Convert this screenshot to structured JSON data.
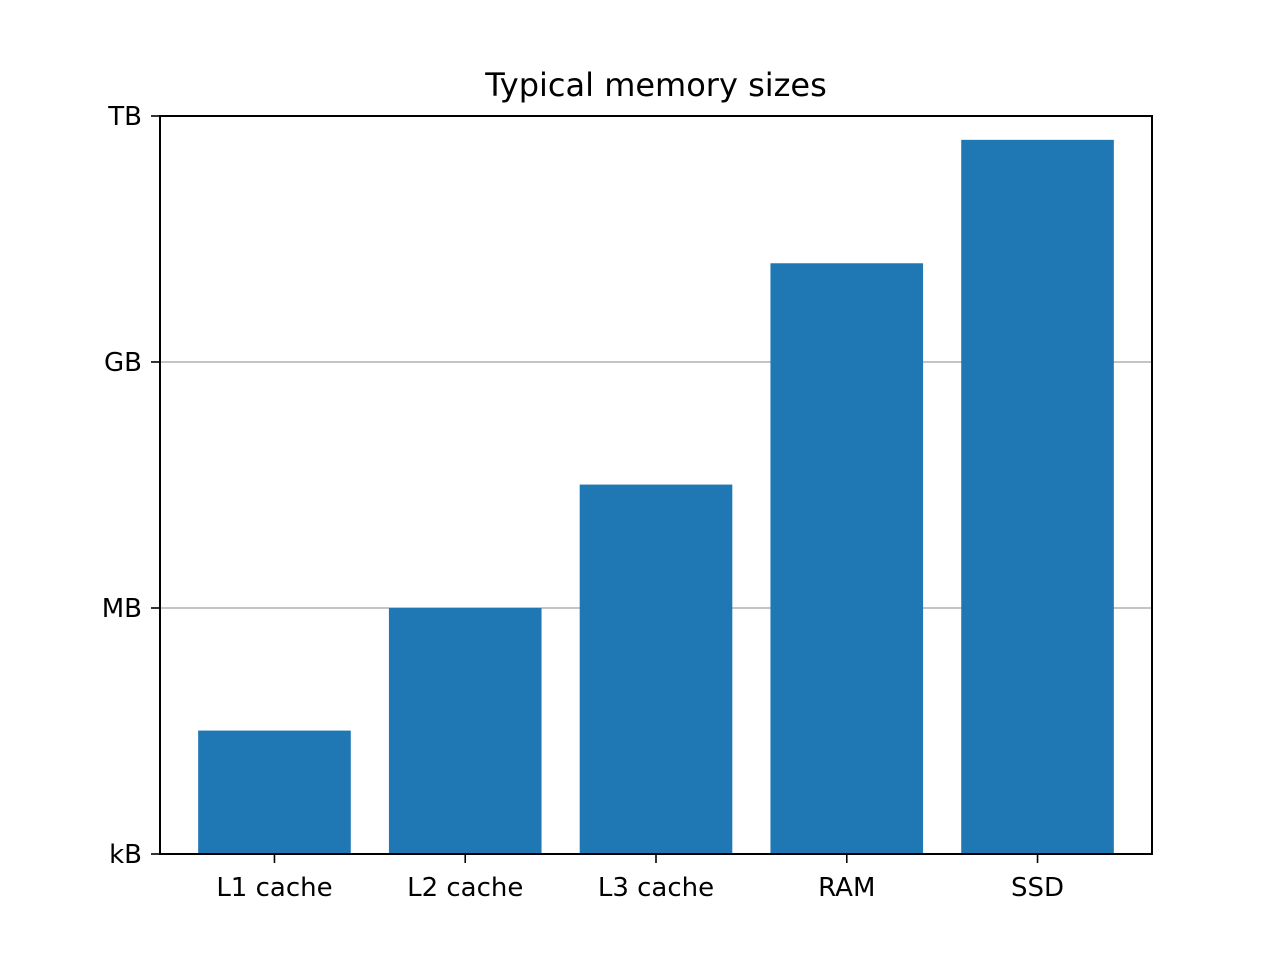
{
  "colors": {
    "bar": "#1f77b4",
    "grid": "#b0b0b0",
    "axis": "#000000"
  },
  "chart_data": {
    "type": "bar",
    "title": "Typical memory sizes",
    "xlabel": "",
    "ylabel": "",
    "scale": "log",
    "categories": [
      "L1 cache",
      "L2 cache",
      "L3 cache",
      "RAM",
      "SSD"
    ],
    "values": [
      "32 kB",
      "1 MB",
      "32 MB",
      "16 GB",
      "512 GB"
    ],
    "values_bytes": [
      32000,
      1000000,
      32000000,
      16000000000,
      512000000000
    ],
    "yticks": [
      {
        "label": "kB",
        "bytes": 1000
      },
      {
        "label": "MB",
        "bytes": 1000000
      },
      {
        "label": "GB",
        "bytes": 1000000000
      },
      {
        "label": "TB",
        "bytes": 1000000000000
      }
    ],
    "ylim_bytes": [
      1000,
      1000000000000
    ],
    "grid": "y"
  }
}
